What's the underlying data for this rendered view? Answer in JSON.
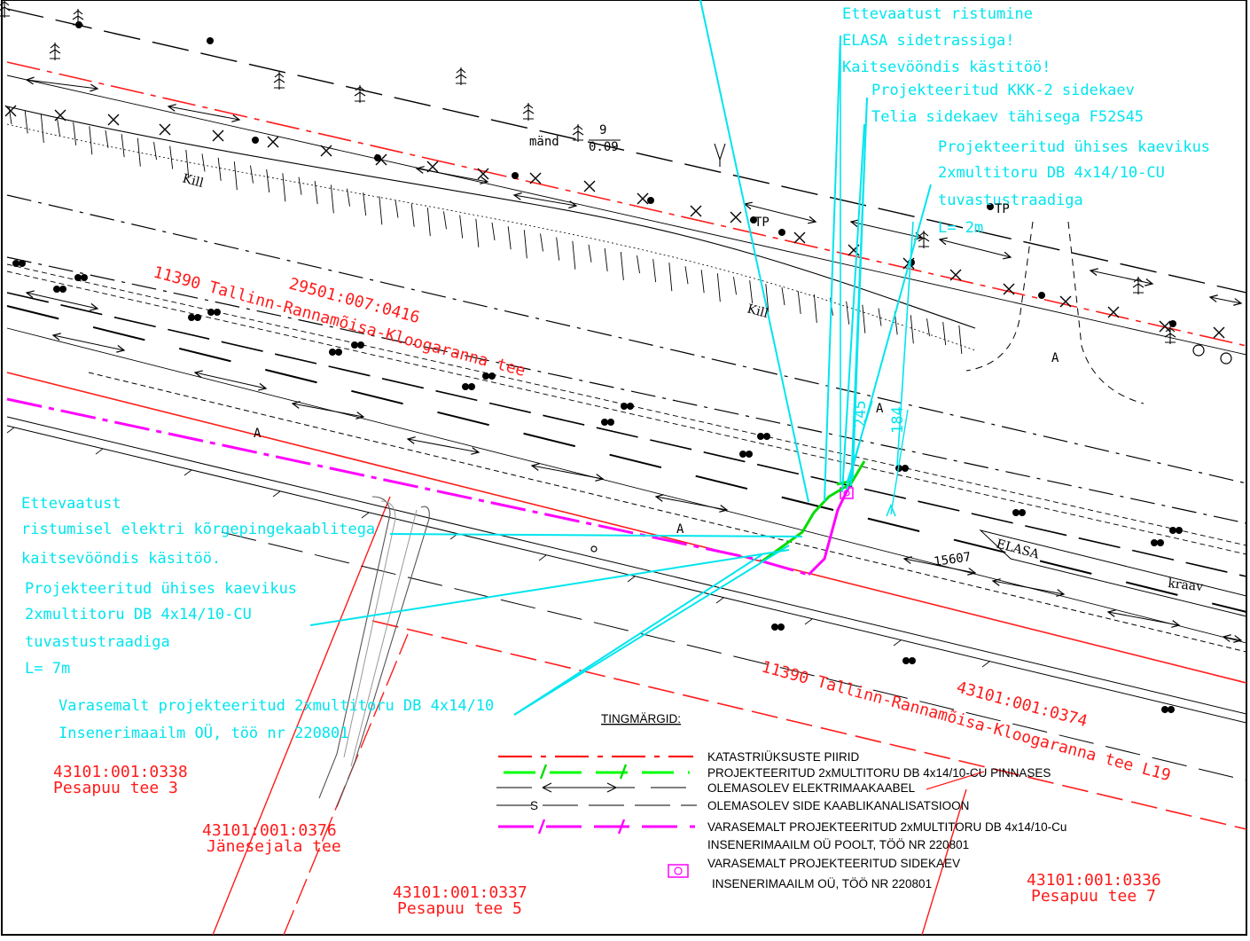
{
  "colors": {
    "annotation": "#00e5ee",
    "cadastral": "#ff1a1a",
    "projected": "#00ff00",
    "earlier": "#ff00ff",
    "base": "#000000"
  },
  "notes": {
    "top_right": [
      "Ettevaatust ristumine",
      "ELASA sidetrassiga!",
      "Kaitsevööndis kästitöö!"
    ],
    "kkk2": "Projekteeritud KKK-2 sidekaev",
    "telia": "Telia sidekaev tähisega F52S45",
    "trench_right": [
      "Projekteeritud ühises kaevikus",
      "2xmultitoru DB 4x14/10-CU",
      "tuvastustraadiga",
      "L= 2m"
    ],
    "elec_left": [
      "Ettevaatust",
      "ristumisel elektri kõrgepingekaablitega",
      "kaitsevööndis käsitöö."
    ],
    "trench_left": [
      "Projekteeritud ühises kaevikus",
      "2xmultitoru DB 4x14/10-CU",
      "tuvastustraadiga",
      "L= 7m"
    ],
    "earlier_left": [
      "Varasemalt projekteeritud 2xmultitoru DB 4x14/10",
      "Insenerimaailm OÜ, töö nr 220801"
    ],
    "dim_245": "245",
    "dim_184": "184"
  },
  "parcels": {
    "road_top_num": "11390 Tallinn-Rannamõisa-Kloogaranna tee",
    "road_top_code": "29501:007:0416",
    "road_bottom_name": "11390 Tallinn-Rannamõisa-Kloogaranna tee L19",
    "road_bottom_code": "43101:001:0374",
    "p0338_code": "43101:001:0338",
    "p0338_name": "Pesapuu tee 3",
    "p0376_code": "43101:001:0376",
    "p0376_name": "Jänesejala tee",
    "p0337_code": "43101:001:0337",
    "p0337_name": "Pesapuu tee 5",
    "p0336_code": "43101:001:0336",
    "p0336_name": "Pesapuu tee 7"
  },
  "map_labels": {
    "kill_1": "Kill",
    "kill_2": "Kill",
    "mand": "mänd",
    "tree_frac_top": "9",
    "tree_frac_bottom": "0.09",
    "tp_1": "TP",
    "tp_2": "TP",
    "a_1": "A",
    "a_2": "A",
    "a_3": "A",
    "a_4": "A",
    "s": "S",
    "elasa": "ELASA",
    "kraav": "kraav",
    "num_15607": "15607"
  },
  "legend": {
    "title": "TINGMÄRGID:",
    "items": [
      "KATASTRIÜKSUSTE PIIRID",
      "PROJEKTEERITUD 2xMULTITORU DB 4x14/10-CU PINNASES",
      "OLEMASOLEV ELEKTRIMAAKAABEL",
      "OLEMASOLEV SIDE KAABLIKANALISATSIOON",
      "VARASEMALT PROJEKTEERITUD 2xMULTITORU DB 4x14/10-Cu",
      "INSENERIMAAILM OÜ POOLT, TÖÖ NR 220801",
      "VARASEMALT PROJEKTEERITUD SIDEKAEV",
      "INSENERIMAAILM OÜ, TÖÖ NR 220801"
    ],
    "s_mark": "S"
  }
}
